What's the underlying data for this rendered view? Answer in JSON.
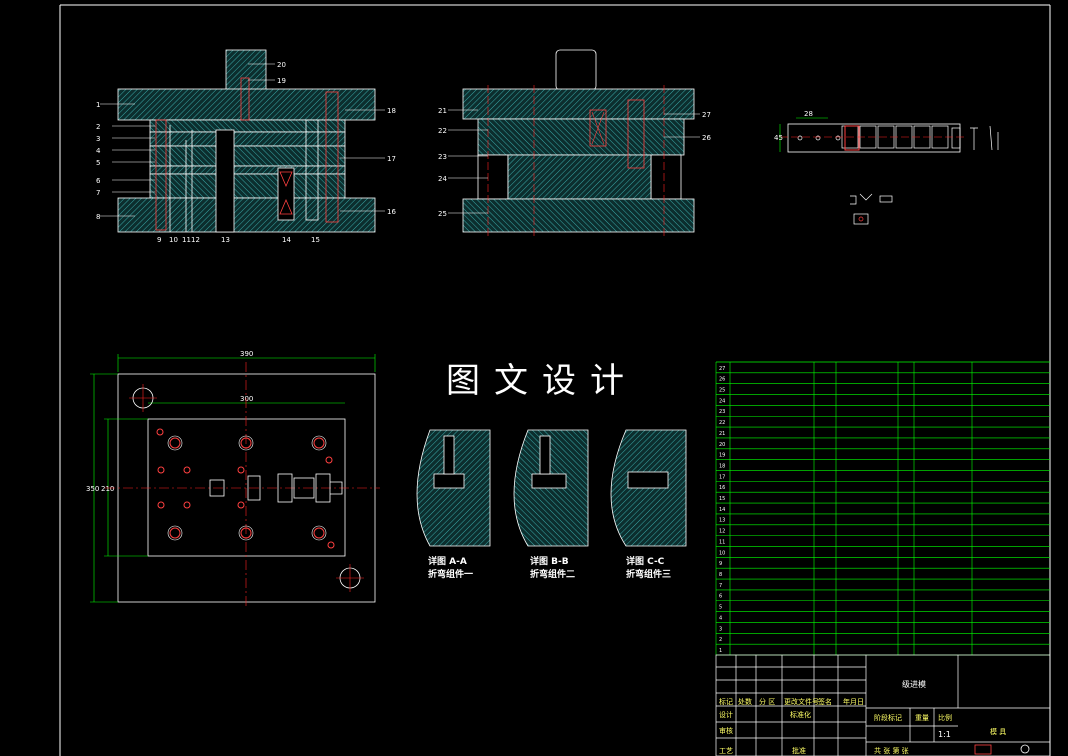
{
  "front_view": {
    "left_labels": [
      "1",
      "2",
      "3",
      "4",
      "5",
      "6",
      "7",
      "8"
    ],
    "right_labels": [
      "20",
      "19",
      "18",
      "17",
      "16"
    ],
    "bottom_labels": [
      "9",
      "10",
      "11",
      "12",
      "13",
      "14",
      "15"
    ]
  },
  "side_view": {
    "left_labels": [
      "21",
      "22",
      "23",
      "24",
      "25"
    ],
    "right_labels": [
      "27",
      "26"
    ]
  },
  "plan_view": {
    "dim_outer_width": "390",
    "dim_inner_width": "300",
    "dim_outer_height": "350",
    "dim_inner_height": "210"
  },
  "strip_layout": {
    "dim_left": "45",
    "dim_pitch": "28"
  },
  "watermark": "图文设计",
  "details": [
    {
      "title": "详图 A-A",
      "subtitle": "折弯组件一"
    },
    {
      "title": "详图 B-B",
      "subtitle": "折弯组件二"
    },
    {
      "title": "详图 C-C",
      "subtitle": "折弯组件三"
    }
  ],
  "bom": {
    "row_numbers": [
      "27",
      "26",
      "25",
      "24",
      "23",
      "22",
      "21",
      "20",
      "19",
      "18",
      "17",
      "16",
      "15",
      "14",
      "13",
      "12",
      "11",
      "10",
      "9",
      "8",
      "7",
      "6",
      "5",
      "4",
      "3",
      "2",
      "1"
    ]
  },
  "title_block": {
    "drawing_name": "级进模",
    "header_labels": [
      "标记",
      "处数",
      "分 区",
      "更改文件号",
      "签名",
      "年月日"
    ],
    "row_labels": [
      "设计",
      "审核",
      "工艺"
    ],
    "mid_labels": [
      "标准化",
      "批准"
    ],
    "stage_label": "阶段标记",
    "weight_label": "重量",
    "scale_label": "比例",
    "scale_value": "1:1",
    "sheet_text": "共   张   第   张",
    "part_name": "模 具"
  },
  "colors": {
    "background": "#000000",
    "outline": "#ffffff",
    "hatch": "#2fa0a0",
    "center_line": "#ff2020",
    "table_line": "#00ff00",
    "dimension": "#00ff00",
    "label_text": "#ffffff"
  }
}
